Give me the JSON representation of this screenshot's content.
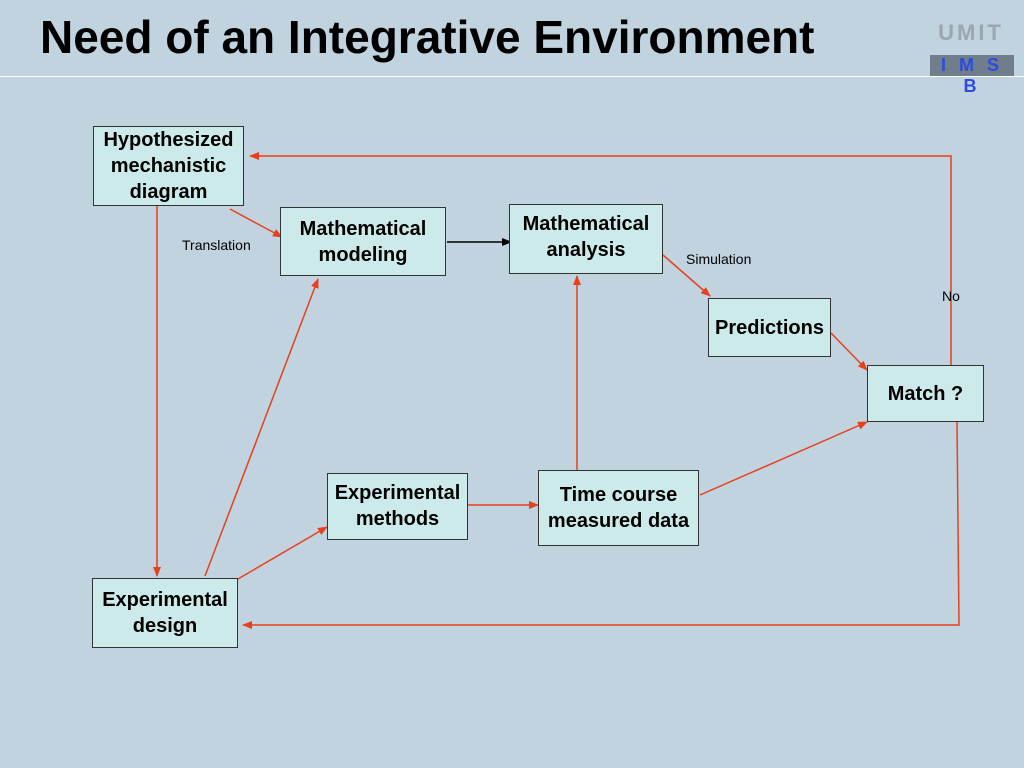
{
  "slide": {
    "title": "Need of an Integrative Environment",
    "logo_top": "UMIT",
    "logo_bottom": "I M S B"
  },
  "nodes": {
    "hypothesized": "Hypothesized\nmechanistic\ndiagram",
    "math_modeling": "Mathematical\nmodeling",
    "math_analysis": "Mathematical\nanalysis",
    "predictions": "Predictions",
    "match": "Match ?",
    "exp_methods": "Experimental\nmethods",
    "time_course": "Time course\nmeasured data",
    "exp_design": "Experimental\ndesign"
  },
  "edge_labels": {
    "translation": "Translation",
    "simulation": "Simulation",
    "no": "No"
  },
  "colors": {
    "arrow": "#e8401c",
    "arrow_black": "#000000",
    "node_fill": "#cdeaea",
    "background": "#c0d3df"
  }
}
